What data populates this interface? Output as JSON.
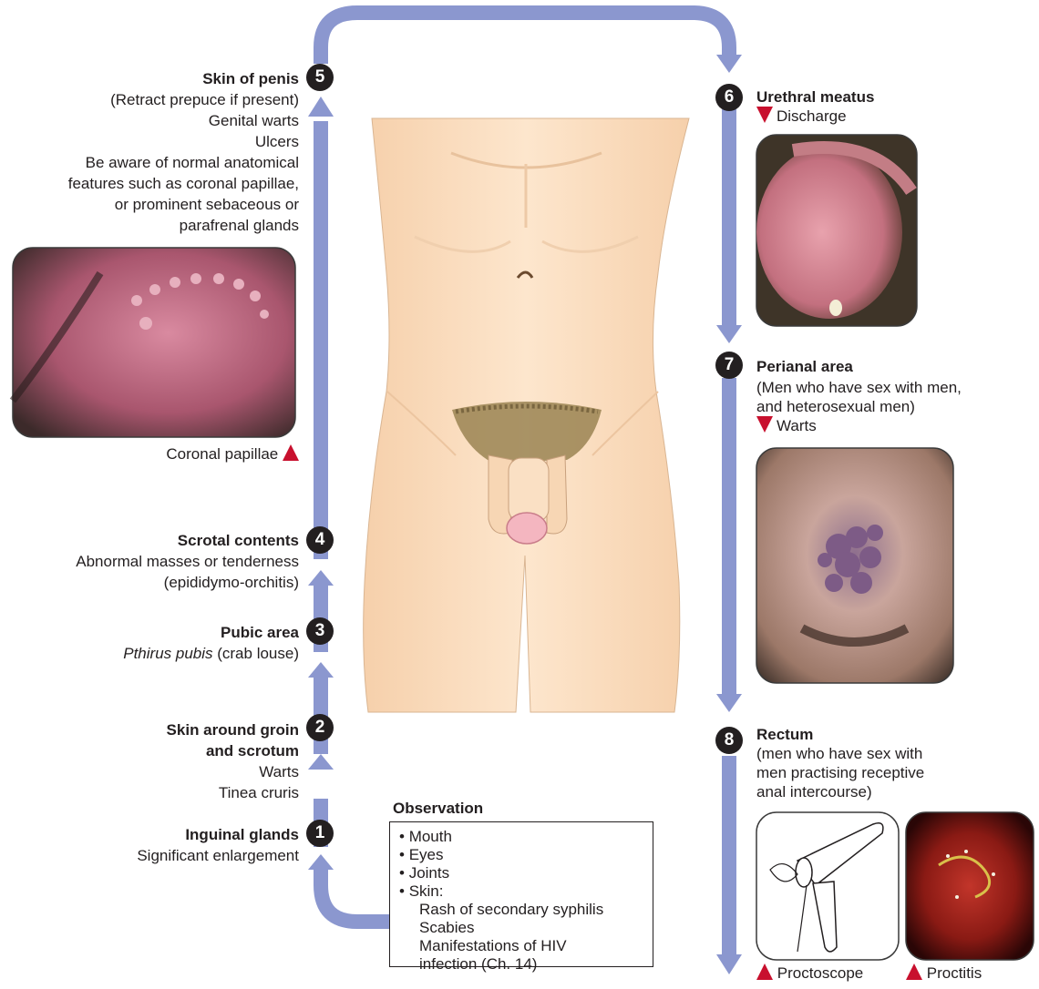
{
  "colors": {
    "arrow": "#8b97cf",
    "marker": "#c8102e",
    "skin": "#fbe0c3",
    "hair": "#9a8452"
  },
  "steps": [
    {
      "num": "1",
      "title": "Inguinal glands",
      "lines": [
        "Significant enlargement"
      ]
    },
    {
      "num": "2",
      "title_lines": [
        "Skin around groin",
        "and scrotum"
      ],
      "lines": [
        "Warts",
        "Tinea cruris"
      ]
    },
    {
      "num": "3",
      "title": "Pubic area",
      "line_italic": "Pthirus pubis",
      "line_rest": " (crab louse)"
    },
    {
      "num": "4",
      "title": "Scrotal contents",
      "lines": [
        "Abnormal masses or tenderness",
        "(epididymo-orchitis)"
      ]
    },
    {
      "num": "5",
      "title": "Skin of penis",
      "lines": [
        "(Retract prepuce if present)",
        "Genital warts",
        "Ulcers",
        "Be aware of normal anatomical",
        "features such as coronal papillae,",
        "or prominent sebaceous or",
        "parafrenal glands"
      ]
    },
    {
      "num": "6",
      "title": "Urethral meatus",
      "marker_label": "Discharge"
    },
    {
      "num": "7",
      "title": "Perianal area",
      "lines": [
        "(Men who have sex with men,",
        "and heterosexual men)"
      ],
      "marker_label": "Warts"
    },
    {
      "num": "8",
      "title": "Rectum",
      "lines": [
        "(men who have sex with",
        "men practising receptive",
        "anal intercourse)"
      ]
    }
  ],
  "captions": {
    "coronal": "Coronal papillae",
    "proctoscope": "Proctoscope",
    "proctitis": "Proctitis"
  },
  "observation": {
    "title": "Observation",
    "items": [
      "Mouth",
      "Eyes",
      "Joints",
      "Skin:"
    ],
    "skin_sub": [
      "Rash of secondary syphilis",
      "Scabies",
      "Manifestations of HIV",
      "infection (Ch. 14)"
    ]
  }
}
